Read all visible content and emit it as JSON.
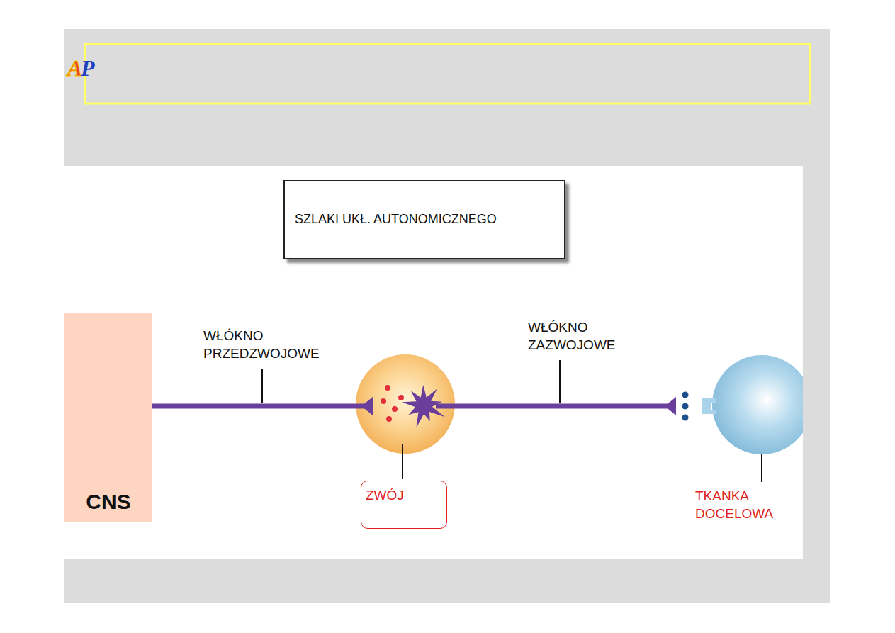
{
  "diagram": {
    "nodes": [
      {
        "text": [
          "SZLAKI UKŁ. AUTONOMICZNEGO"
        ]
      },
      {
        "text": [
          "CNS"
        ]
      },
      {
        "text": [
          "ZWÓJ"
        ]
      },
      {
        "text": [
          "TKANKA DOCELOWA"
        ]
      }
    ],
    "labels": [
      "A",
      "P",
      "WŁÓKNO PRZEDZWOJOWE",
      "WŁÓKNO ZAZWOJOWE"
    ]
  }
}
